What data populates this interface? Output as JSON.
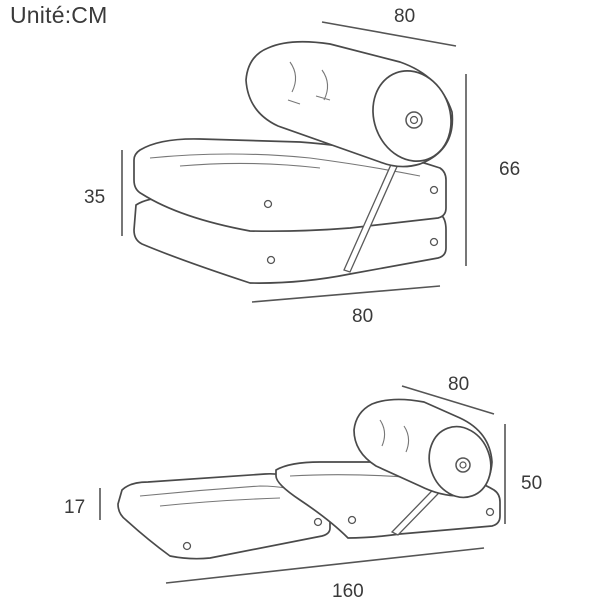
{
  "unit_label": "Unité:CM",
  "chair": {
    "depth_top": "80",
    "height_total": "66",
    "seat_height": "35",
    "width_bottom": "80"
  },
  "bed": {
    "depth_top": "80",
    "height_total": "50",
    "thickness": "17",
    "length": "160"
  }
}
